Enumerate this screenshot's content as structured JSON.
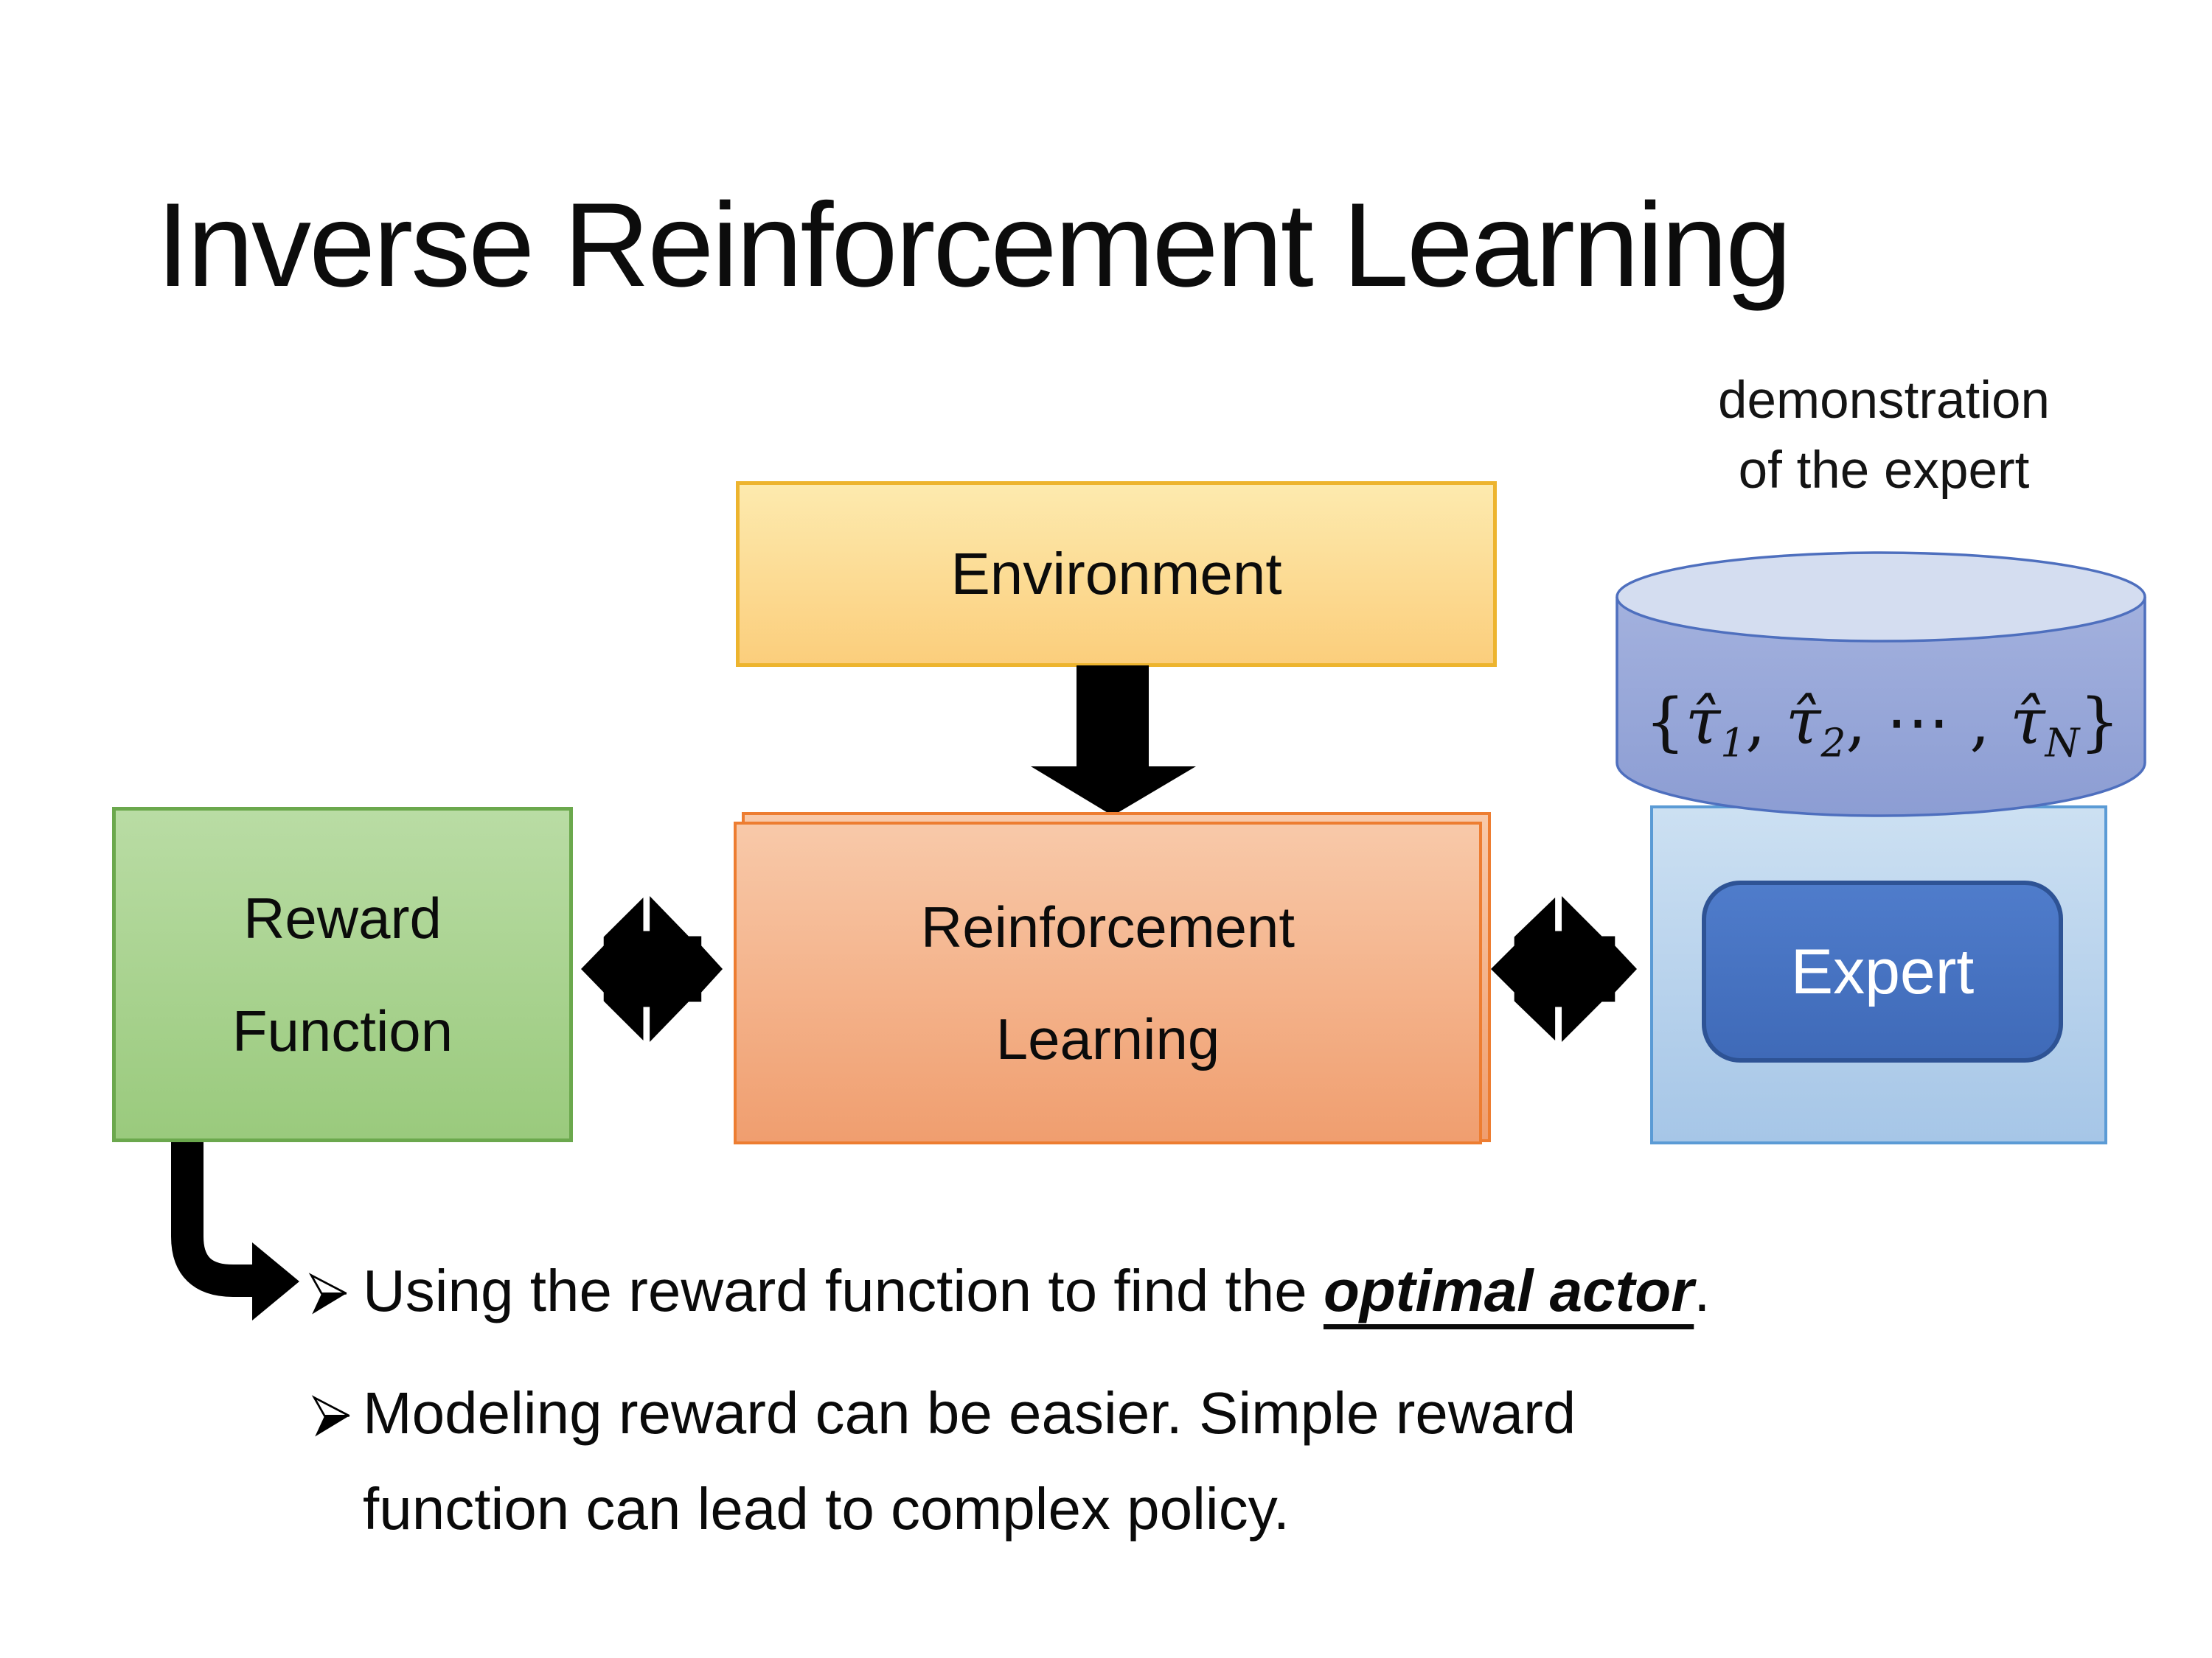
{
  "title": "Inverse Reinforcement Learning",
  "demo_label": {
    "line1": "demonstration",
    "line2": "of the expert"
  },
  "boxes": {
    "environment": {
      "label": "Environment"
    },
    "reward": {
      "line1": "Reward",
      "line2": "Function"
    },
    "rl": {
      "line1": "Reinforcement",
      "line2": "Learning"
    },
    "expert": {
      "label": "Expert"
    }
  },
  "formula": {
    "parts": [
      {
        "t": "txt",
        "v": "{"
      },
      {
        "t": "tau",
        "v": "τ̂"
      },
      {
        "t": "sub",
        "v": "1"
      },
      {
        "t": "txt",
        "v": ", "
      },
      {
        "t": "tau",
        "v": "τ̂"
      },
      {
        "t": "sub",
        "v": "2"
      },
      {
        "t": "txt",
        "v": ", ⋯ , "
      },
      {
        "t": "tau",
        "v": "τ̂"
      },
      {
        "t": "sub",
        "v": "N"
      },
      {
        "t": "txt",
        "v": "}"
      }
    ]
  },
  "bullets": {
    "first": {
      "prefix": "Using the reward function to find the ",
      "emphasis": "optimal actor",
      "suffix": "."
    },
    "second": {
      "line1": "Modeling reward can be easier. Simple reward",
      "line2": "function can lead to complex policy."
    }
  },
  "colors": {
    "environment_fill_top": "#FDEAAE",
    "environment_fill_bottom": "#FBCE7C",
    "environment_border": "#EDB42E",
    "reward_fill_top": "#B9DCA4",
    "reward_fill_bottom": "#9ACA7D",
    "reward_border": "#6BA84D",
    "rl_fill_top": "#F8C9A9",
    "rl_fill_bottom": "#F09E6F",
    "rl_border": "#ED7D31",
    "panel_fill_top": "#CCE0F2",
    "panel_fill_bottom": "#A6C6E7",
    "panel_border": "#5B9BD5",
    "expert_fill_top": "#4F7CCB",
    "expert_fill_bottom": "#3F6AB8",
    "expert_border": "#2E5395",
    "cylinder_top_fill": "#D4DDF0",
    "cylinder_fill_top": "#A3B1DE",
    "cylinder_fill_bottom": "#8C9DD3",
    "cylinder_border": "#4E6FBE",
    "arrow_black": "#000000",
    "body_text": "#0a0a0a"
  }
}
